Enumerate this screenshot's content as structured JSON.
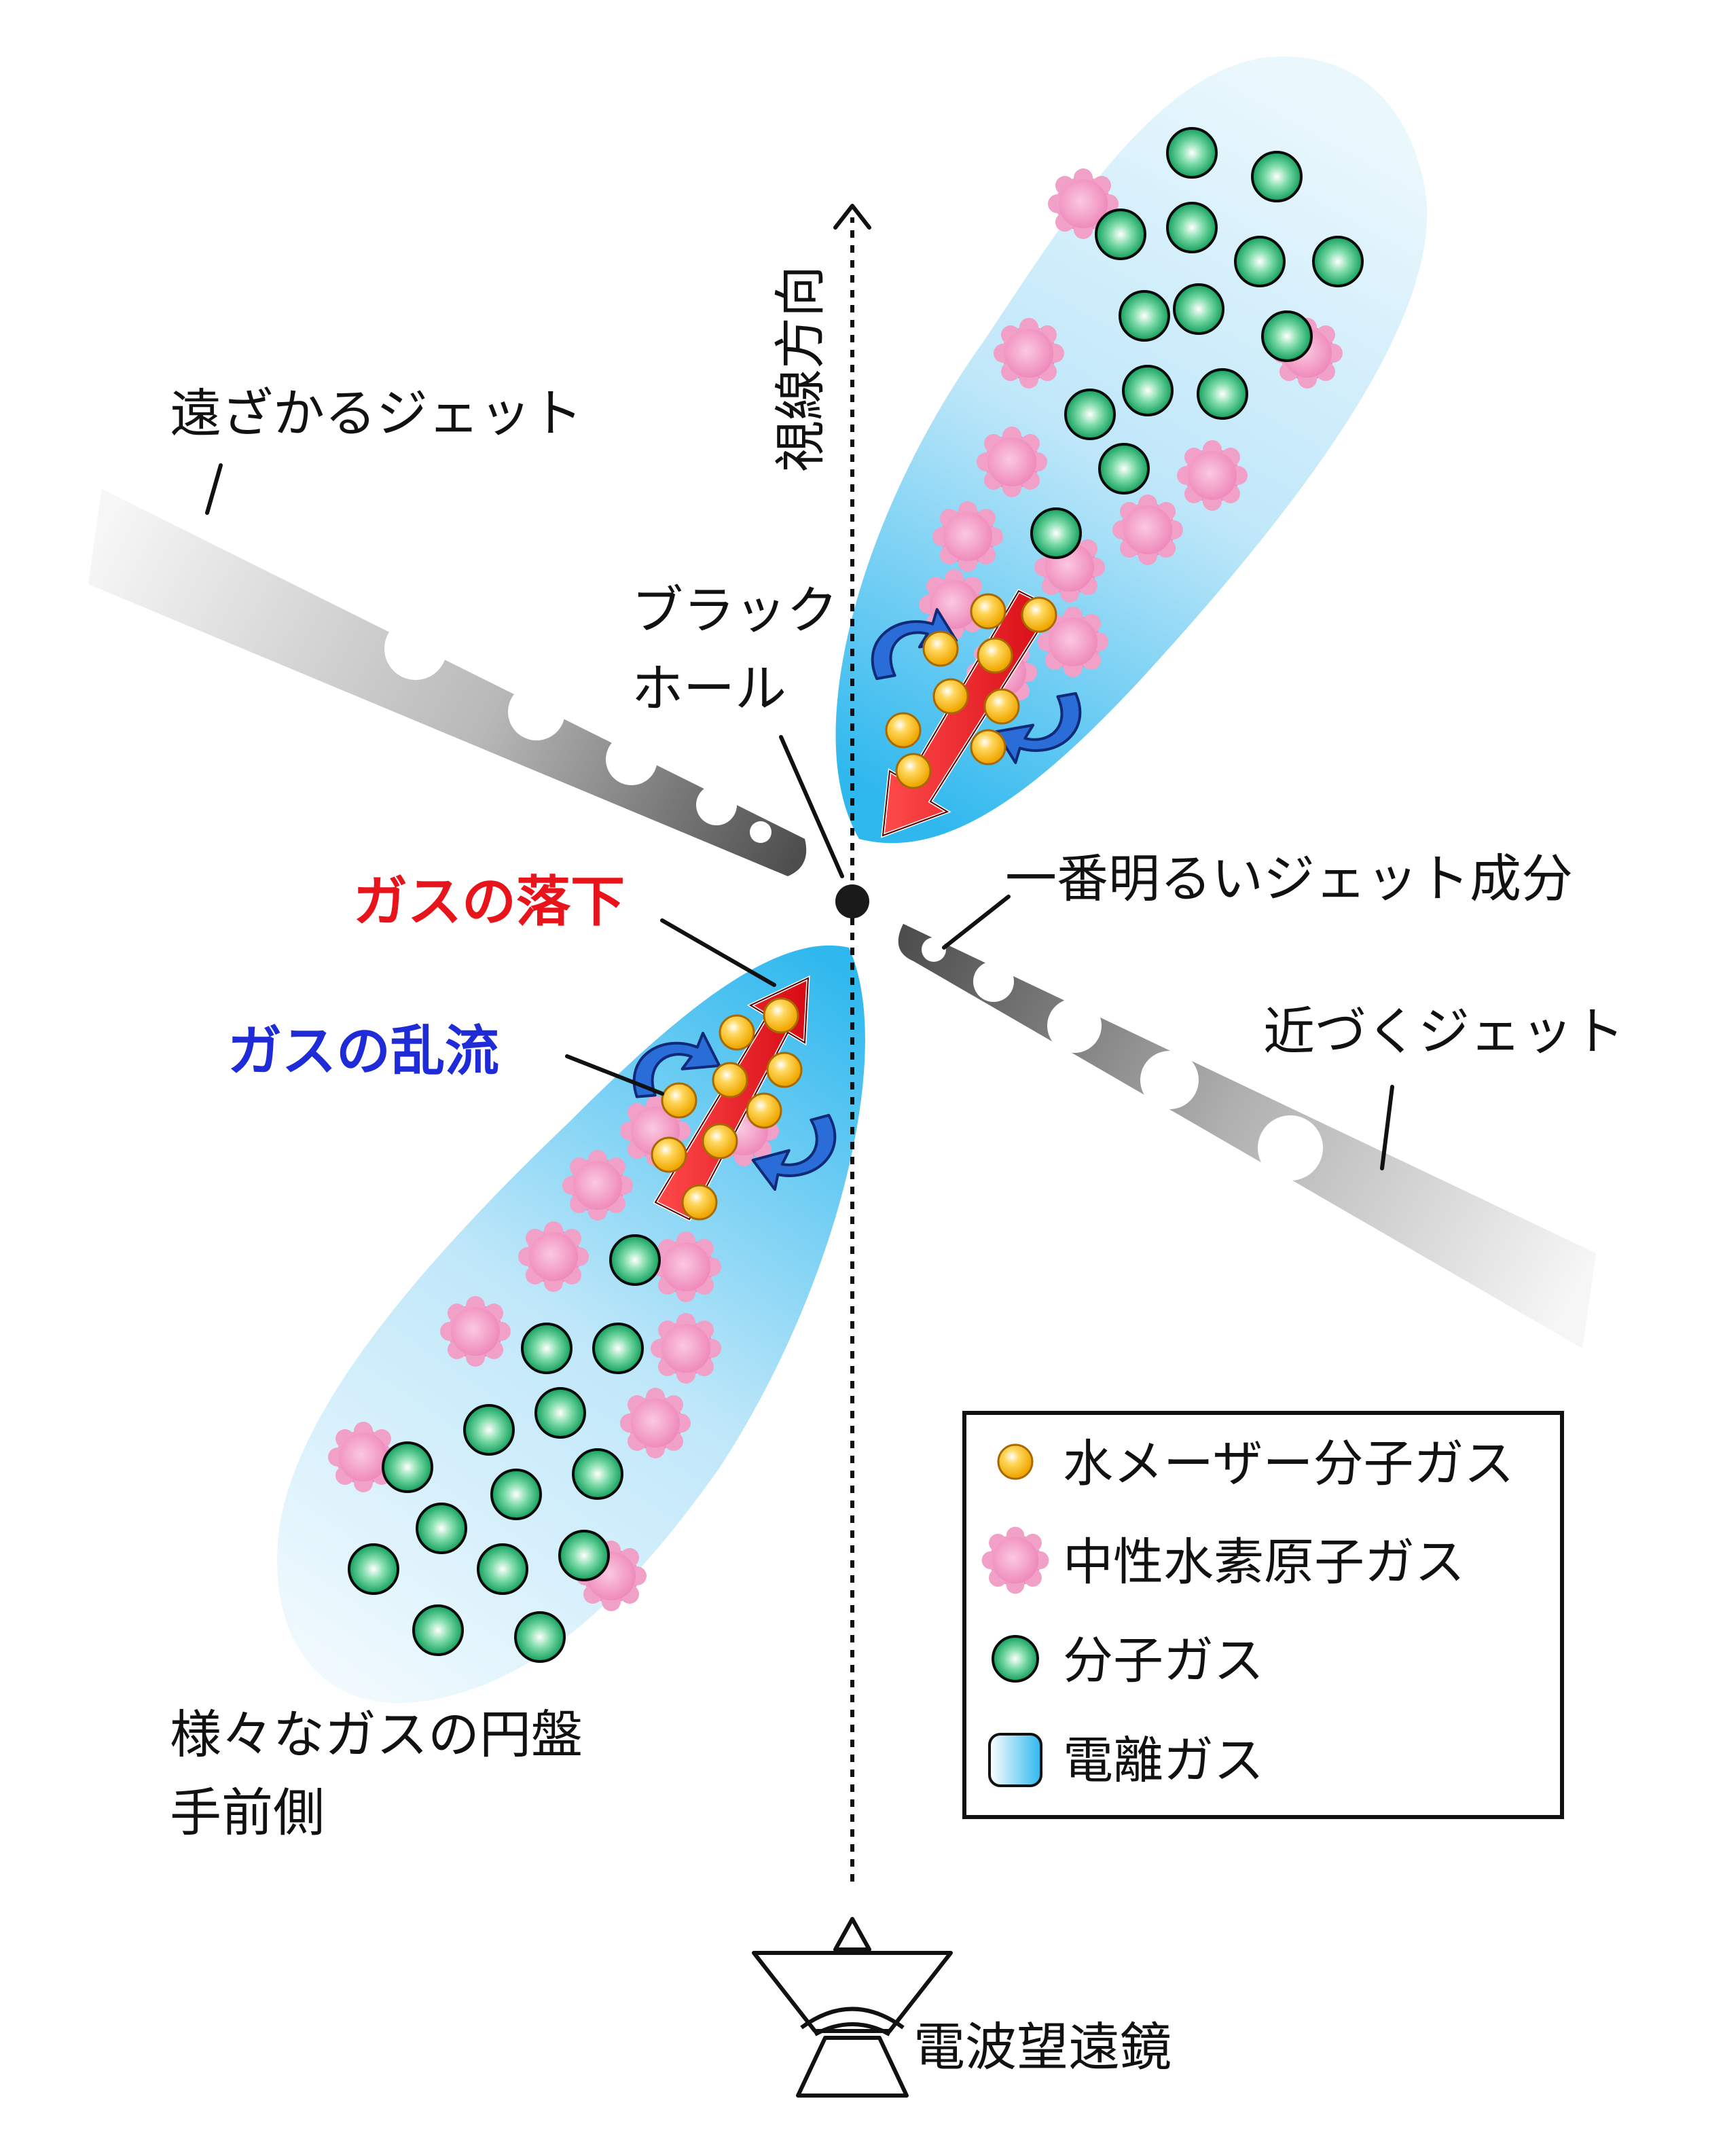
{
  "labels": {
    "receding_jet": "遠ざかるジェット",
    "line_of_sight": "視線方向",
    "black_hole": [
      "ブラック",
      "ホール"
    ],
    "gas_infall": "ガスの落下",
    "gas_turbulence": "ガスの乱流",
    "brightest_jet": "一番明るいジェット成分",
    "approaching_jet": "近づくジェット",
    "disk": [
      "様々なガスの円盤",
      "手前側"
    ],
    "telescope": "電波望遠鏡"
  },
  "legend": {
    "items": [
      {
        "label": "水メーザー分子ガス",
        "symbol": "maser-dot"
      },
      {
        "label": "中性水素原子ガス",
        "symbol": "neutral-h-blob"
      },
      {
        "label": "分子ガス",
        "symbol": "molecular-dot"
      },
      {
        "label": "電離ガス",
        "symbol": "ionized-swatch"
      }
    ]
  },
  "colors": {
    "infall_red": "#e8141c",
    "turbulence_blue": "#1f2bd6",
    "ionized_gas": "#3cc0ef",
    "maser": "#f5b416",
    "neutral_h": "#ef8fbe",
    "molecular": "#1fa864"
  }
}
